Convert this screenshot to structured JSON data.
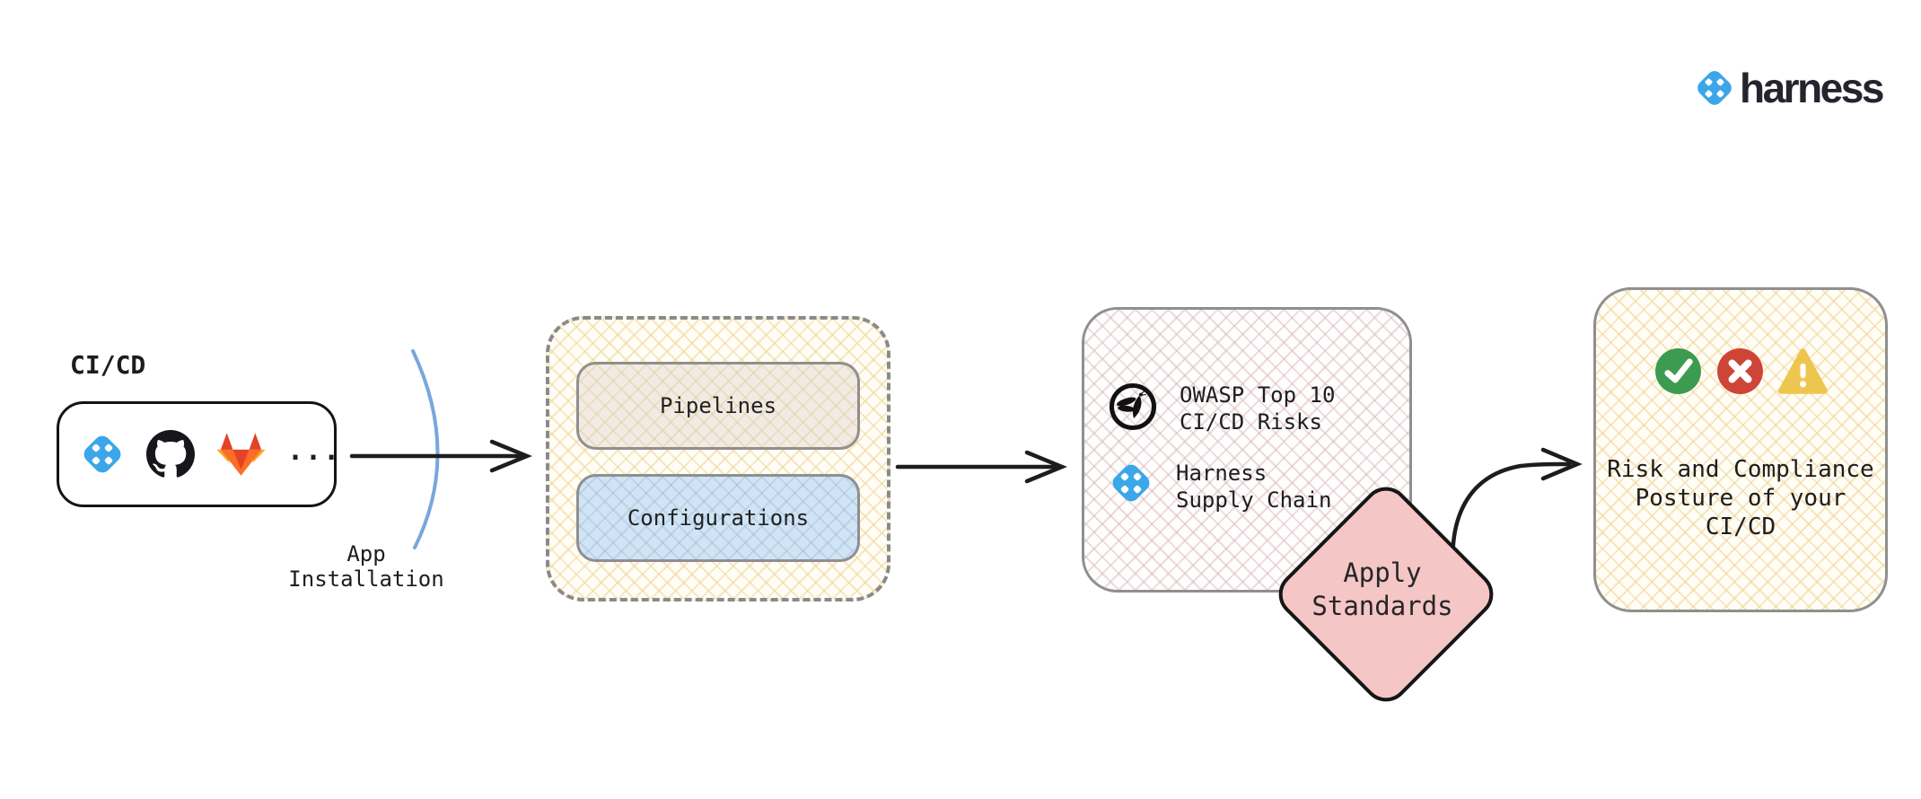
{
  "brand": {
    "wordmark": "harness"
  },
  "source": {
    "label": "CI/CD",
    "icons": [
      "harness-icon",
      "github-icon",
      "gitlab-icon"
    ],
    "ellipsis": "..."
  },
  "app_installation": {
    "lines": [
      "App",
      "Installation"
    ]
  },
  "pipeline_group": {
    "pipelines_label": "Pipelines",
    "configurations_label": "Configurations"
  },
  "standards_box": {
    "rows": [
      {
        "icon": "owasp-icon",
        "lines": [
          "OWASP Top 10",
          "CI/CD Risks"
        ]
      },
      {
        "icon": "harness-icon",
        "lines": [
          "Harness",
          "Supply Chain"
        ]
      }
    ]
  },
  "decision": {
    "lines": [
      "Apply",
      "Standards"
    ]
  },
  "result": {
    "icons": [
      "check-icon",
      "cross-icon",
      "warning-icon"
    ],
    "lines": [
      "Risk and Compliance",
      "Posture of your",
      "CI/CD"
    ]
  },
  "colors": {
    "harness_blue": "#3BA6E8",
    "gitlab_red": "#E24329",
    "gitlab_orange": "#FC6D26",
    "gitlab_yellow": "#FCA326",
    "diamond_pink": "#F4C6C5",
    "configurations_blue": "#D0E4F5",
    "pipelines_tan": "#F2EBE3",
    "status_green": "#3D9B4F",
    "status_red": "#CE4437",
    "status_amber": "#EEC64F",
    "arrow_black": "#1d1d1d",
    "boundary_blue": "#7AA6DB",
    "border_gray": "#8F8F8F"
  }
}
